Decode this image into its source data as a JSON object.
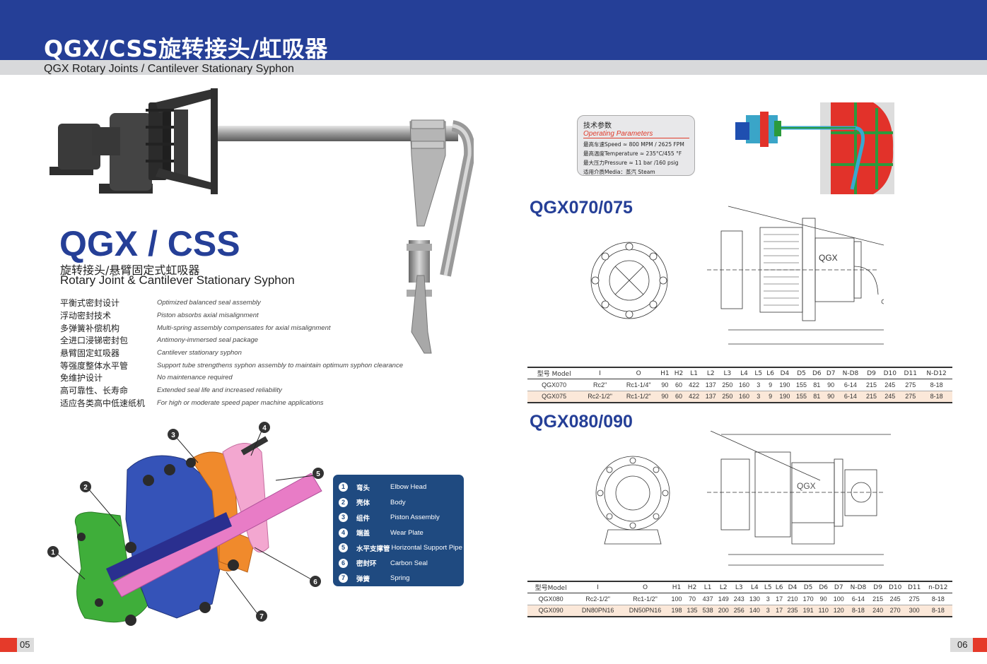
{
  "header": {
    "title": "QGX/CSS旋转接头/虹吸器",
    "subtitle": "QGX Rotary Joints / Cantilever Stationary Syphon"
  },
  "left": {
    "big_title": "QGX / CSS",
    "cn_subtitle": "旋转接头/悬臂固定式虹吸器",
    "en_subtitle": "Rotary Joint & Cantilever Stationary Syphon",
    "features": [
      {
        "cn": "平衡式密封设计",
        "en": "Optimized balanced seal assembly"
      },
      {
        "cn": "浮动密封技术",
        "en": "Piston absorbs axial misalignment"
      },
      {
        "cn": "多弹簧补偿机构",
        "en": "Multi-spring assembly compensates for axial misalignment"
      },
      {
        "cn": "全进口浸锑密封包",
        "en": "Antimony-immersed seal package"
      },
      {
        "cn": "悬臂固定虹吸器",
        "en": "Cantilever stationary syphon"
      },
      {
        "cn": "等强度整体水平管",
        "en": "Support tube strengthens syphon assembly to maintain optimum syphon clearance"
      },
      {
        "cn": "免维护设计",
        "en": "No maintenance required"
      },
      {
        "cn": "高可靠性、长寿命",
        "en": "Extended seal life and increased reliability"
      },
      {
        "cn": "适应各类高中低速纸机",
        "en": "For high or moderate speed paper machine applications"
      }
    ],
    "callouts": [
      "1",
      "2",
      "3",
      "4",
      "5",
      "6",
      "7"
    ],
    "legend": [
      {
        "num": "1",
        "cn": "弯头",
        "en": "Elbow Head"
      },
      {
        "num": "2",
        "cn": "壳体",
        "en": "Body"
      },
      {
        "num": "3",
        "cn": "组件",
        "en": "Piston Assembly"
      },
      {
        "num": "4",
        "cn": "端盖",
        "en": "Wear Plate"
      },
      {
        "num": "5",
        "cn": "水平支撑管",
        "en": "Horizontal Support Pipe"
      },
      {
        "num": "6",
        "cn": "密封环",
        "en": "Carbon Seal"
      },
      {
        "num": "7",
        "cn": "弹簧",
        "en": "Spring"
      }
    ],
    "page_number": "05"
  },
  "right": {
    "params": {
      "title_cn": "技术参数",
      "title_en": "Operating Parameters",
      "rows": [
        "最高车速Speed ≈ 800 MPM / 2625 FPM",
        "最高温度Temperature ≈ 235°C/455 °F",
        "最大压力Pressure ≈ 11 bar /160 psig",
        "适用介质Media：蒸汽 Steam"
      ]
    },
    "model1": {
      "title": "QGX070/075",
      "drawing_label": "QGX",
      "headers": [
        "型号 Model",
        "I",
        "O",
        "H1",
        "H2",
        "L1",
        "L2",
        "L3",
        "L4",
        "L5",
        "L6",
        "D4",
        "D5",
        "D6",
        "D7",
        "N-D8",
        "D9",
        "D10",
        "D11",
        "N-D12"
      ],
      "rows": [
        [
          "QGX070",
          "Rc2\"",
          "Rc1-1/4\"",
          "90",
          "60",
          "422",
          "137",
          "250",
          "160",
          "3",
          "9",
          "190",
          "155",
          "81",
          "90",
          "6-14",
          "215",
          "245",
          "275",
          "8-18"
        ],
        [
          "QGX075",
          "Rc2-1/2\"",
          "Rc1-1/2\"",
          "90",
          "60",
          "422",
          "137",
          "250",
          "160",
          "3",
          "9",
          "190",
          "155",
          "81",
          "90",
          "6-14",
          "215",
          "245",
          "275",
          "8-18"
        ]
      ]
    },
    "model2": {
      "title": "QGX080/090",
      "drawing_label": "QGX",
      "headers": [
        "型号Model",
        "I",
        "O",
        "H1",
        "H2",
        "L1",
        "L2",
        "L3",
        "L4",
        "L5",
        "L6",
        "D4",
        "D5",
        "D6",
        "D7",
        "N-D8",
        "D9",
        "D10",
        "D11",
        "n-D12"
      ],
      "rows": [
        [
          "QGX080",
          "Rc2-1/2\"",
          "Rc1-1/2\"",
          "100",
          "70",
          "437",
          "149",
          "243",
          "130",
          "3",
          "17",
          "210",
          "170",
          "90",
          "100",
          "6-14",
          "215",
          "245",
          "275",
          "8-18"
        ],
        [
          "QGX090",
          "DN80PN16",
          "DN50PN16",
          "198",
          "135",
          "538",
          "200",
          "256",
          "140",
          "3",
          "17",
          "235",
          "191",
          "110",
          "120",
          "8-18",
          "240",
          "270",
          "300",
          "8-18"
        ]
      ]
    },
    "page_number": "06"
  },
  "colors": {
    "brand_blue": "#253f97",
    "legend_blue": "#1f4a80",
    "accent_red": "#e53a2a",
    "row_highlight": "#fbe8d9"
  }
}
